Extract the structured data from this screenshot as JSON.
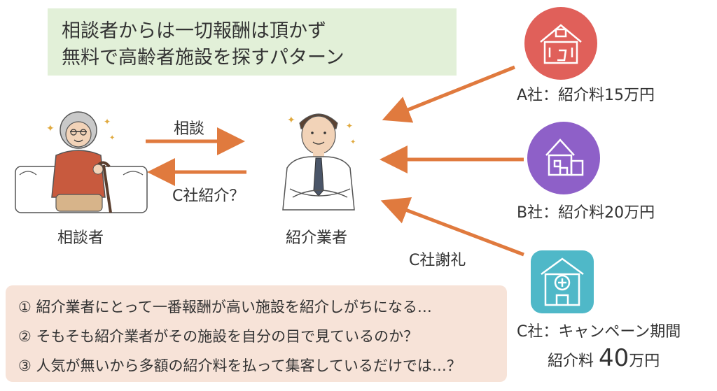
{
  "title": {
    "line1": "相談者からは一切報酬は頂かず",
    "line2": "無料で高齢者施設を探すパターン"
  },
  "actors": {
    "consultant": "相談者",
    "broker": "紹介業者"
  },
  "arrows": {
    "consult": "相談",
    "suggest": "C社紹介？",
    "thanks": "C社謝礼"
  },
  "facilities": {
    "a": {
      "label": "A社：紹介料15万円",
      "color": "#e0605a",
      "icon": "nursing-home-icon"
    },
    "b": {
      "label": "B社：紹介料20万円",
      "color": "#8e60c8",
      "icon": "house-icon"
    },
    "c": {
      "label_line1": "C社：キャンペーン期間",
      "fee_prefix": "紹介料",
      "fee_number": "40",
      "fee_suffix": "万円",
      "color": "#4fb8c8",
      "icon": "hospital-icon"
    }
  },
  "notes": [
    "① 紹介業者にとって一番報酬が高い施設を紹介しがちになる…",
    "② そもそも紹介業者がその施設を自分の目で見ているのか？",
    "③ 人気が無いから多額の紹介料を払って集客しているだけでは…？"
  ],
  "colors": {
    "arrow": "#e07a3e",
    "title_bg": "#e2f0d8",
    "notes_bg": "#f7e3d8"
  }
}
